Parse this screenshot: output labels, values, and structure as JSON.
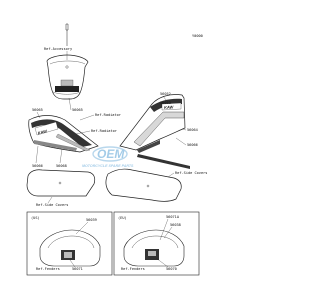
{
  "diagram": {
    "code": "Y0000",
    "refs": {
      "accessory": "Ref.Accessory",
      "radiator_1": "Ref.Radiator",
      "radiator_2": "Ref.Radiator",
      "side_covers_1": "Ref.Side Covers",
      "side_covers_2": "Ref.Side Covers",
      "fenders_1": "Ref.Fenders",
      "fenders_2": "Ref.Fenders"
    },
    "parts": {
      "p56065": "56065",
      "p56052": "56052",
      "p56053": "56053",
      "p56066a": "56066",
      "p56064": "56064",
      "p56065b": "56065",
      "p56066": "56066",
      "p56068": "56068",
      "p56069": "56069",
      "p56039": "56039",
      "p56071": "56071",
      "p56071a": "56071A",
      "p56038": "56038",
      "p56070": "56070"
    },
    "insets": {
      "left_title": "(US)",
      "right_title": "(EU)"
    },
    "watermark": {
      "line1": "OEM",
      "line2": "MOTORCYCLE SPARE PARTS"
    }
  }
}
